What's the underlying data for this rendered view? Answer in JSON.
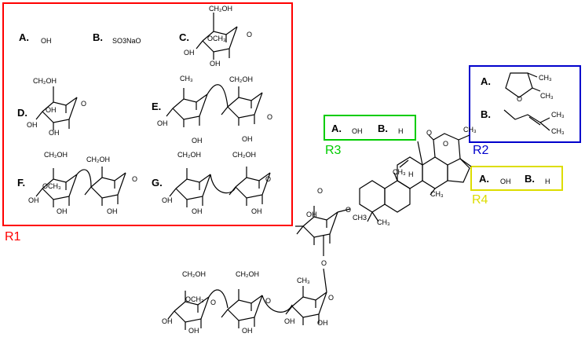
{
  "r1": {
    "label": "R1",
    "color": "#ff0000",
    "options": [
      {
        "letter": "A.",
        "text": "OH"
      },
      {
        "letter": "B.",
        "text": "SO3NaO"
      },
      {
        "letter": "C.",
        "text": ""
      },
      {
        "letter": "D.",
        "text": ""
      },
      {
        "letter": "E.",
        "text": ""
      },
      {
        "letter": "F.",
        "text": ""
      },
      {
        "letter": "G.",
        "text": ""
      }
    ]
  },
  "r2": {
    "label": "R2",
    "color": "#0000cc",
    "options": [
      {
        "letter": "A.",
        "text": ""
      },
      {
        "letter": "B.",
        "text": ""
      }
    ]
  },
  "r3": {
    "label": "R3",
    "color": "#00cc00",
    "options": [
      {
        "letter": "A.",
        "text": "OH"
      },
      {
        "letter": "B.",
        "text": "H"
      }
    ]
  },
  "r4": {
    "label": "R4",
    "color": "#dddd00",
    "options": [
      {
        "letter": "A.",
        "text": "OH"
      },
      {
        "letter": "B.",
        "text": "H"
      }
    ]
  },
  "chem": {
    "ch2oh": "CH₂OH",
    "ch3": "CH₃",
    "ch3_plain": "CH3",
    "oh": "OH",
    "o": "O",
    "och3": "OCH₃",
    "h": "H"
  }
}
